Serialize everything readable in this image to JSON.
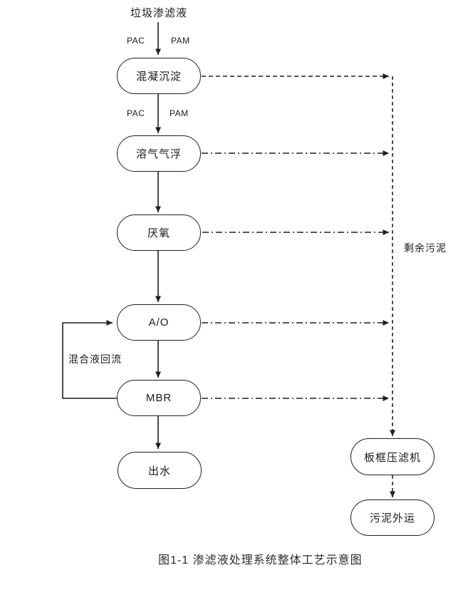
{
  "diagram": {
    "source_label": "垃圾渗滤液",
    "dosing": {
      "pac": "PAC",
      "pam": "PAM"
    },
    "nodes": [
      {
        "id": "coagulation",
        "label": "混凝沉淀"
      },
      {
        "id": "flotation",
        "label": "溶气气浮"
      },
      {
        "id": "anaerobic",
        "label": "厌氧"
      },
      {
        "id": "ao",
        "label": "A/O"
      },
      {
        "id": "mbr",
        "label": "MBR"
      },
      {
        "id": "effluent",
        "label": "出水"
      },
      {
        "id": "filter-press",
        "label": "板框压滤机"
      },
      {
        "id": "sludge-out",
        "label": "污泥外运"
      }
    ],
    "recycle_label": "混合液回流",
    "sludge_label": "剩余污泥",
    "caption": "图1-1 渗滤液处理系统整体工艺示意图",
    "colors": {
      "line": "#1f1f1f",
      "text": "#1a1a1a",
      "background": "#ffffff"
    }
  }
}
